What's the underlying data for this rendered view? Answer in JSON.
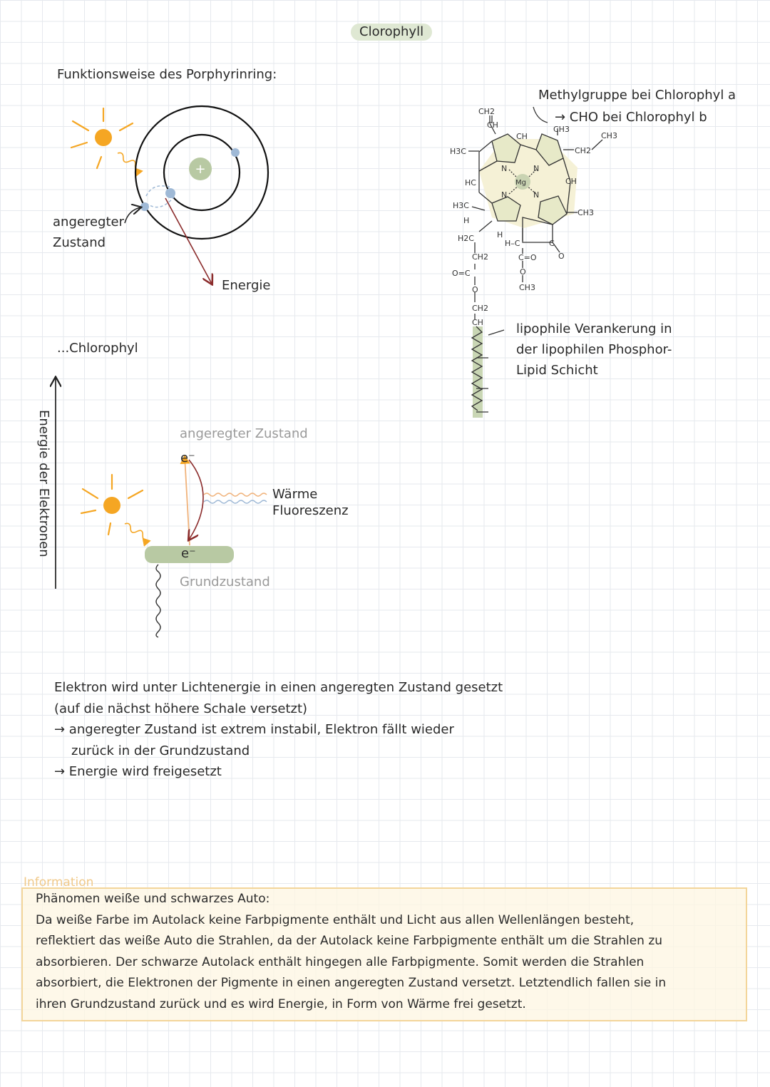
{
  "page": {
    "title": "Clorophyll"
  },
  "section1": {
    "heading": "Funktionsweise des Porphyrinring:",
    "label_excited": "angeregter",
    "label_excited_2": "Zustand",
    "label_energy": "Energie"
  },
  "molecule": {
    "note_line1": "Methylgruppe bei Chlorophyl a",
    "note_line2": "→  CHO bei Chlorophyl b",
    "anchor_line1": "lipophile Verankerung in",
    "anchor_line2": "der lipophilen Phosphor-",
    "anchor_line3": "Lipid Schicht",
    "atoms": {
      "ch2_top": "CH2",
      "ch_top": "CH",
      "ch_ring": "CH",
      "ch3_top": "CH3",
      "ch3_side": "CH3",
      "ch2_side": "CH2",
      "h3c_left": "H3C",
      "n1": "N",
      "n2": "N",
      "n3": "N",
      "n4": "N",
      "mg": "Mg",
      "hc": "HC",
      "ch_right": "CH",
      "h3c_low": "H3C",
      "h_low": "H",
      "ch3_right": "CH3",
      "h2c": "H2C",
      "h_mid": "H",
      "hc_chain": "H–C",
      "c_ring": "C",
      "ch2_chain": "CH2",
      "o_eq_c": "O=C",
      "c_eq_o": "C=O",
      "o_side": "O",
      "o_chain": "O",
      "o_chain2": "O",
      "ch3_ester": "CH3",
      "ch2_chain2": "CH2",
      "ch_chain": "CH"
    }
  },
  "section2": {
    "heading": "...Chlorophyl",
    "axis_label": "Energie der Elektronen",
    "excited_state": "angeregter Zustand",
    "electron_top": "e⁻",
    "heat": "Wärme",
    "fluorescence": "Fluoreszenz",
    "electron_bottom": "e⁻",
    "ground_state": "Grundzustand"
  },
  "explanation": {
    "line1": "Elektron wird unter Lichtenergie in einen angeregten Zustand gesetzt",
    "line2": "(auf die nächst höhere Schale versetzt)",
    "line3": "→ angeregter Zustand ist extrem instabil, Elektron fällt wieder",
    "line4": "zurück in der Grundzustand",
    "line5": "→ Energie wird freigesetzt"
  },
  "info": {
    "label": "Information",
    "line1": "Phänomen weiße und schwarzes Auto:",
    "line2": "Da weiße Farbe im Autolack keine Farbpigmente enthält und Licht aus allen Wellenlängen besteht,",
    "line3": "reflektiert das weiße Auto die Strahlen, da der Autolack keine Farbpigmente enthält um die Strahlen zu",
    "line4": "absorbieren. Der schwarze Autolack enthält hingegen alle Farbpigmente. Somit werden die Strahlen",
    "line5": "absorbiert, die Elektronen der Pigmente in einen angeregten Zustand versetzt. Letztendlich fallen sie in",
    "line6": "ihren Grundzustand zurück und es wird Energie, in Form von Wärme frei gesetzt."
  },
  "colors": {
    "sun": "#f5a623",
    "green_soft": "#dfe8d3",
    "green_bar": "#b8c9a3",
    "arrow_red": "#8b2c2c",
    "electron": "#9fb9d6",
    "info_border": "#f3d59a"
  }
}
